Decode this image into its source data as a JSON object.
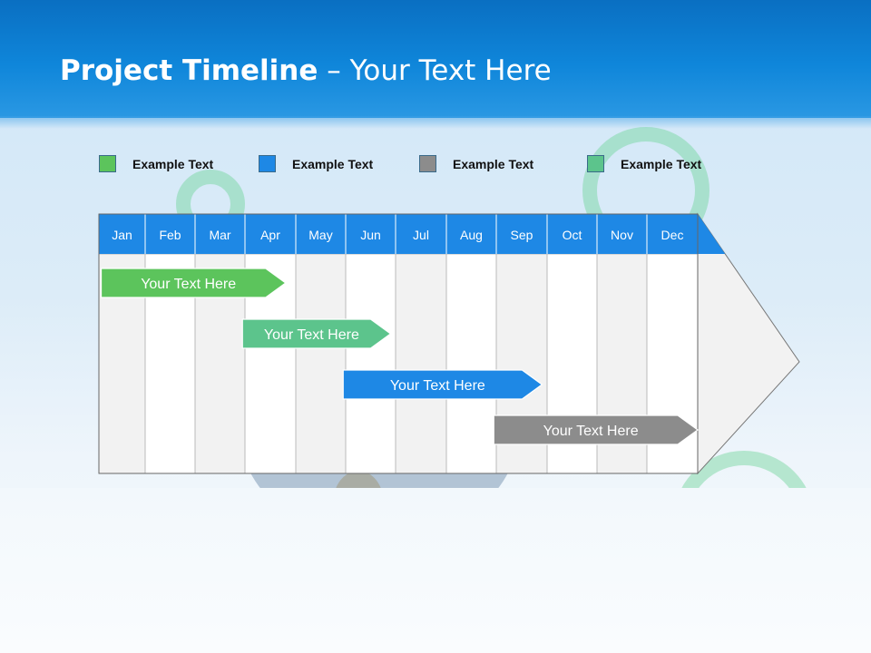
{
  "header": {
    "title_bold": "Project Timeline",
    "title_rest": " – Your Text Here"
  },
  "legend": [
    {
      "label": "Example Text",
      "color": "#5cc45c"
    },
    {
      "label": "Example Text",
      "color": "#1e88e5"
    },
    {
      "label": "Example Text",
      "color": "#8c8c8c"
    },
    {
      "label": "Example Text",
      "color": "#5cc48c"
    }
  ],
  "timeline": {
    "months": [
      "Jan",
      "Feb",
      "Mar",
      "Apr",
      "May",
      "Jun",
      "Jul",
      "Aug",
      "Sep",
      "Oct",
      "Nov",
      "Dec"
    ],
    "header_color": "#1e88e5",
    "tasks": [
      {
        "label": "Your  Text Here",
        "start": 0.05,
        "end": 3.8,
        "color": "#5cc45c"
      },
      {
        "label": "Your  Text Here",
        "start": 2.95,
        "end": 5.9,
        "color": "#5cc48c"
      },
      {
        "label": "Your  Text Here",
        "start": 4.95,
        "end": 8.9,
        "color": "#1e88e5"
      },
      {
        "label": "Your  Text Here",
        "start": 7.95,
        "end": 12.0,
        "color": "#8c8c8c"
      }
    ]
  }
}
